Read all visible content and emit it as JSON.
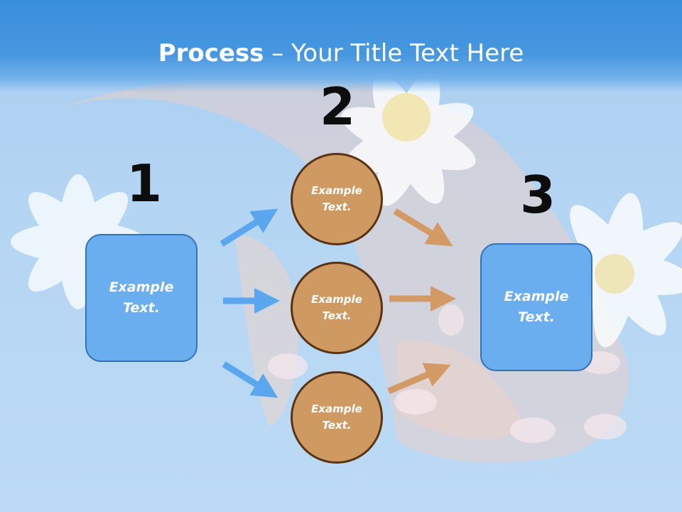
{
  "slide": {
    "title_bold": "Process",
    "title_rest": " – Your Title Text Here",
    "step_numbers": [
      "1",
      "2",
      "3"
    ],
    "left_box": "Example Text.",
    "circles": [
      "Example Text.",
      "Example Text.",
      "Example Text."
    ],
    "right_box": "Example Text."
  },
  "colors": {
    "header": "#3a8fdb",
    "box_fill": "#6aaef0",
    "box_border": "#3572b5",
    "circle_fill": "#cf9962",
    "circle_border": "#5a3214",
    "blue_arrow": "#5aa6ef",
    "brown_arrow": "#d39a66"
  }
}
